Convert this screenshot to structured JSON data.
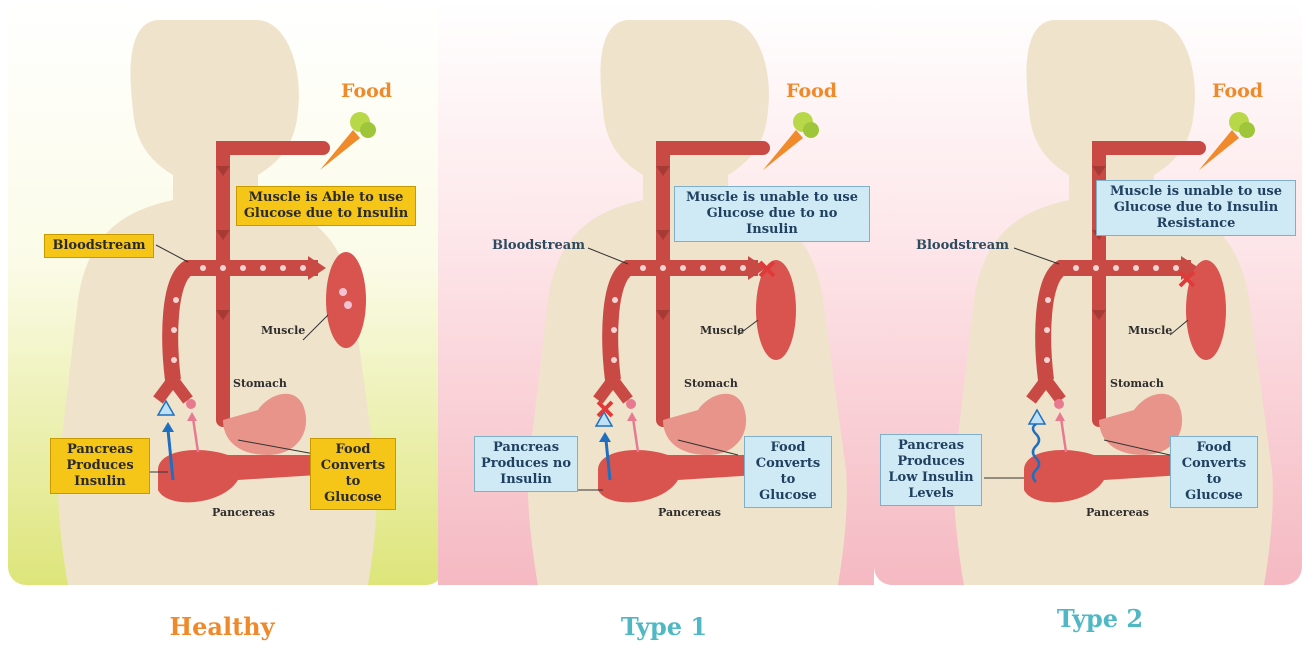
{
  "panels": [
    {
      "food": "Food",
      "muscle_note": "Muscle is Able to use Glucose due to Insulin",
      "bloodstream": "Bloodstream",
      "muscle": "Muscle",
      "stomach": "Stomach",
      "pancreas_note": "Pancreas Produces Insulin",
      "food_converts": "Food Converts to Glucose",
      "pancreas": "Pancereas",
      "title": "Healthy"
    },
    {
      "food": "Food",
      "muscle_note": "Muscle is unable to use Glucose due to no Insulin",
      "bloodstream": "Bloodstream",
      "muscle": "Muscle",
      "stomach": "Stomach",
      "pancreas_note": "Pancreas Produces no Insulin",
      "food_converts": "Food Converts to Glucose",
      "pancreas": "Pancereas",
      "title": "Type 1"
    },
    {
      "food": "Food",
      "muscle_note": "Muscle is unable to use Glucose due to Insulin Resistance",
      "bloodstream": "Bloodstream",
      "muscle": "Muscle",
      "stomach": "Stomach",
      "pancreas_note": "Pancreas Produces Low Insulin Levels",
      "food_converts": "Food Converts to Glucose",
      "pancreas": "Pancereas",
      "title": "Type 2"
    }
  ],
  "colors": {
    "healthy_bg": "#e7ec9c",
    "type_bg": "#f7c9cf",
    "title_healthy": "#f0892a",
    "title_type": "#4fb8c4",
    "silhouette": "#f0e3cb",
    "blood": "#c94a44"
  }
}
